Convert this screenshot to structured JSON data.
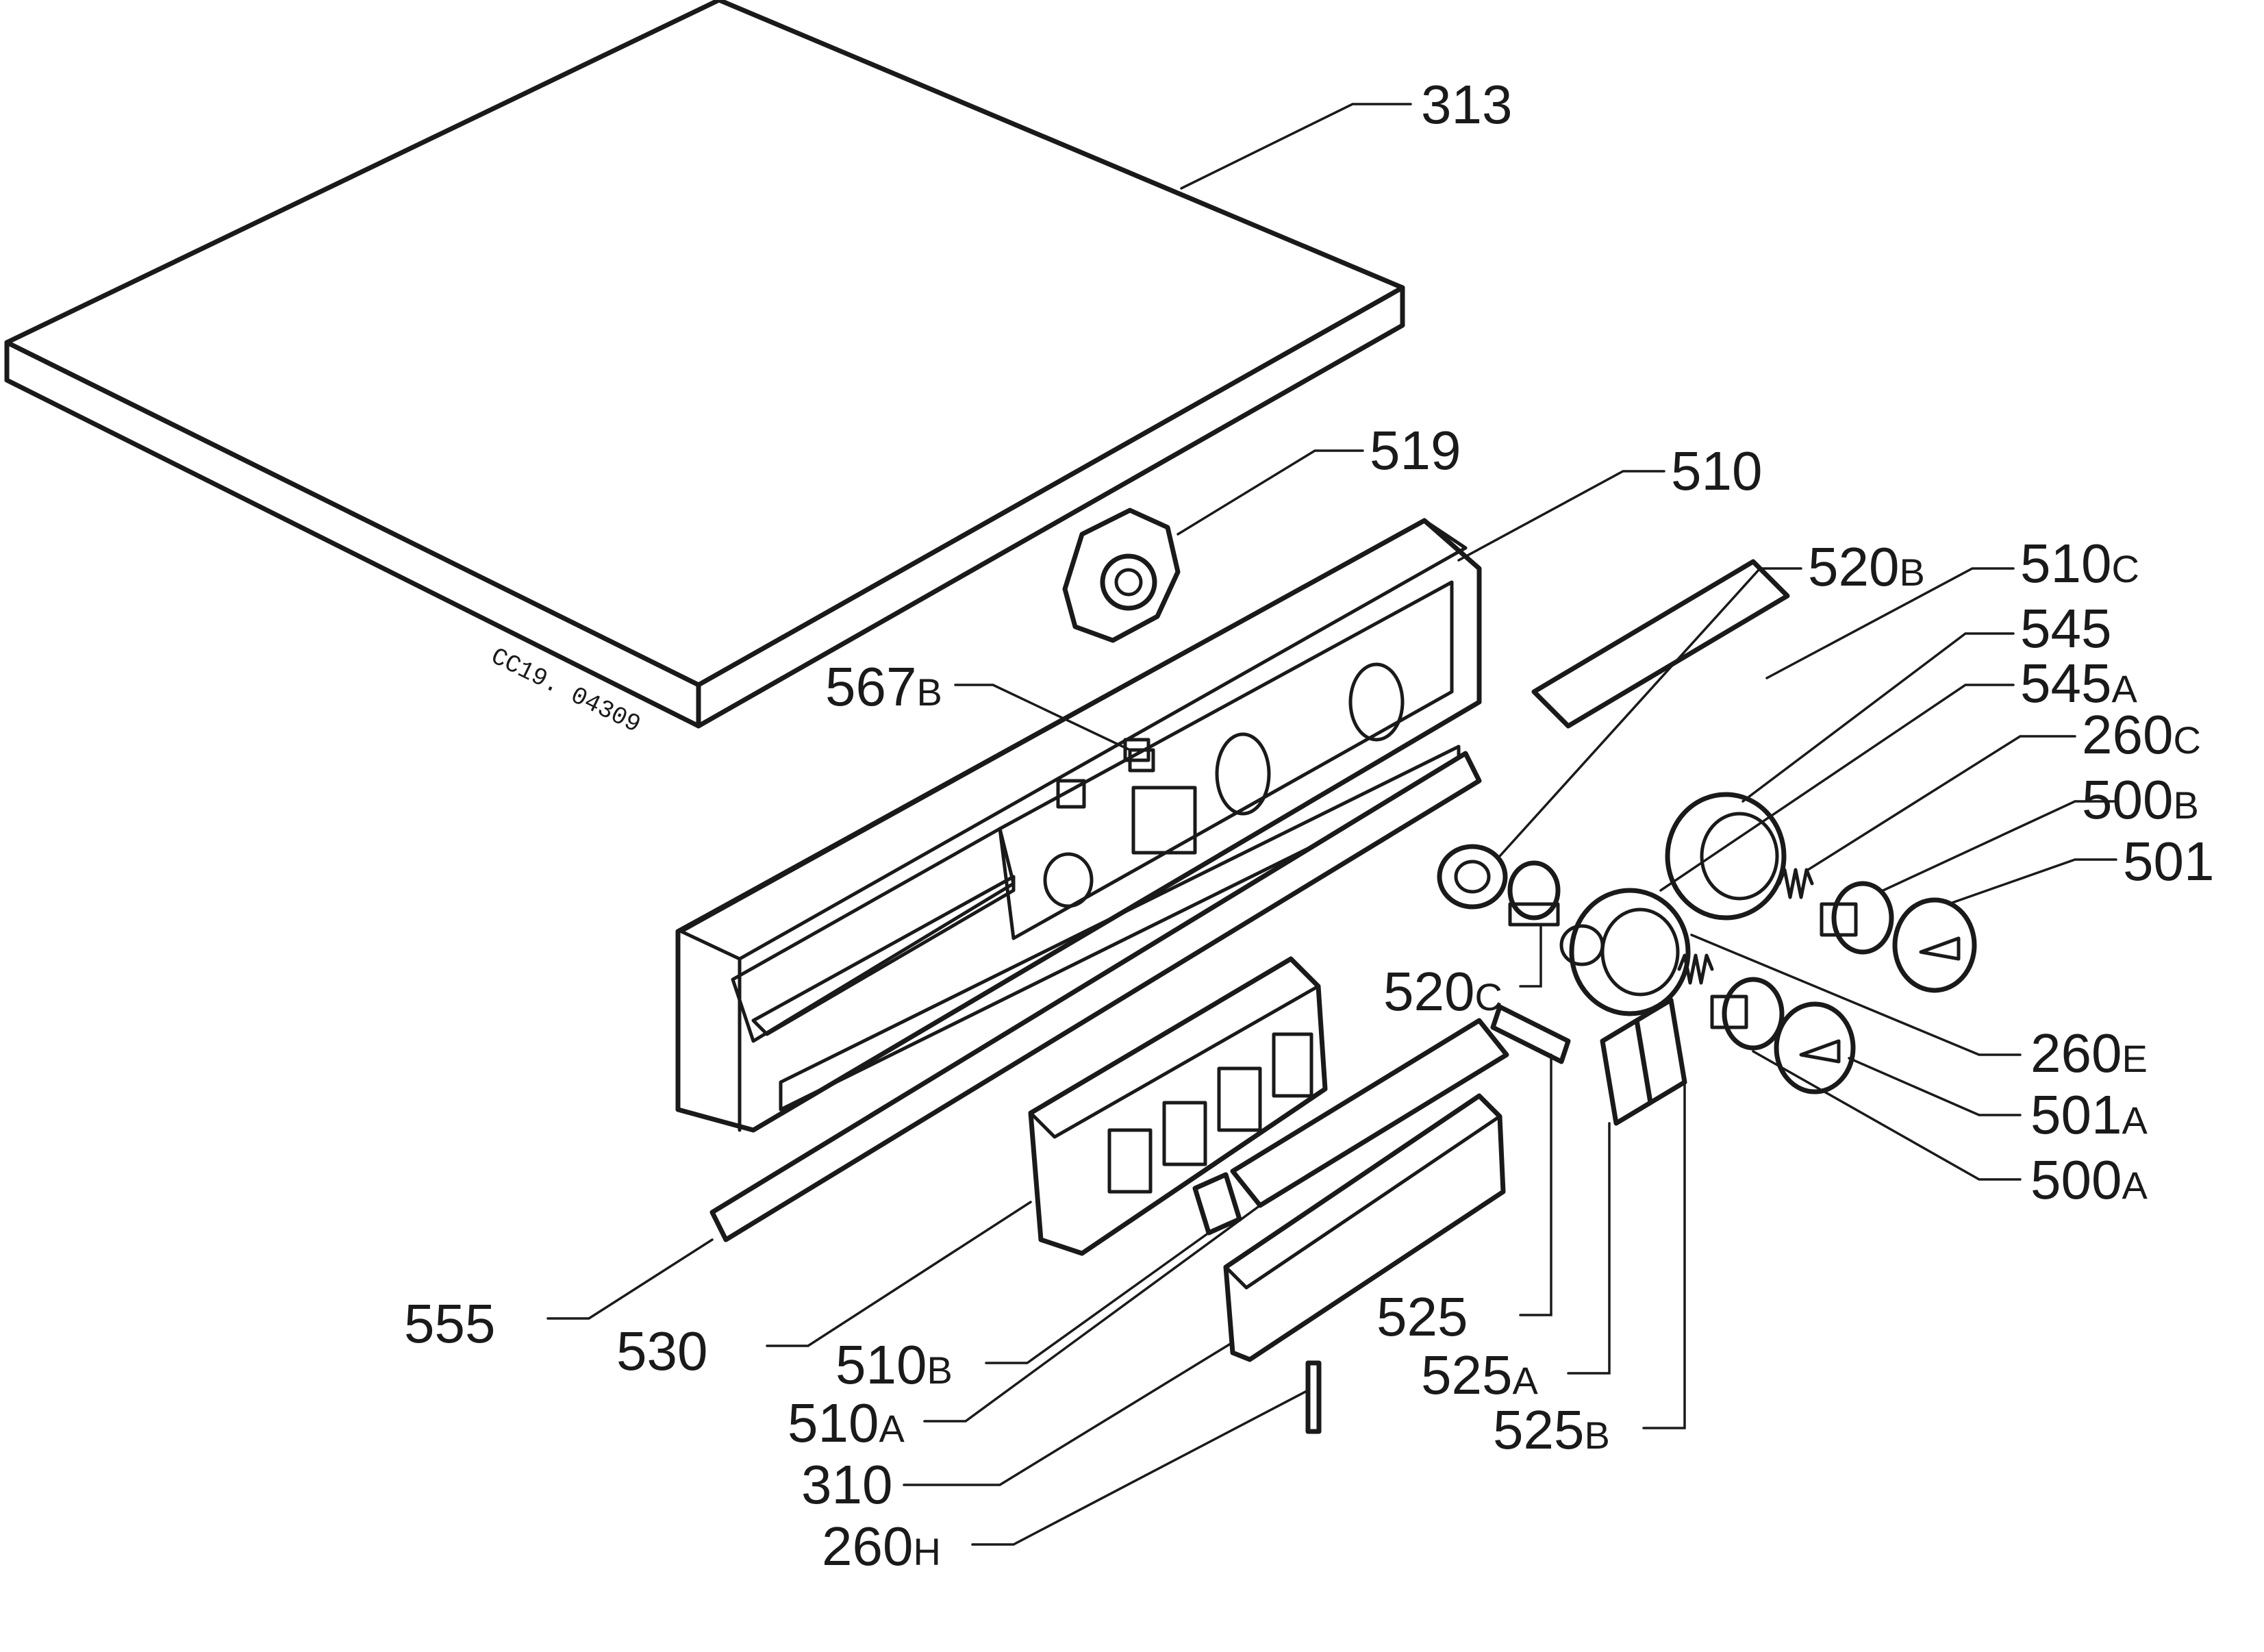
{
  "drawing_code": "CC19. 04309",
  "labels": [
    {
      "id": "313",
      "num": "313",
      "suffix": ""
    },
    {
      "id": "519",
      "num": "519",
      "suffix": ""
    },
    {
      "id": "510",
      "num": "510",
      "suffix": ""
    },
    {
      "id": "520B",
      "num": "520",
      "suffix": "B"
    },
    {
      "id": "510C",
      "num": "510",
      "suffix": "C"
    },
    {
      "id": "545",
      "num": "545",
      "suffix": ""
    },
    {
      "id": "545A",
      "num": "545",
      "suffix": "A"
    },
    {
      "id": "260C",
      "num": "260",
      "suffix": "C"
    },
    {
      "id": "500B",
      "num": "500",
      "suffix": "B"
    },
    {
      "id": "501",
      "num": "501",
      "suffix": ""
    },
    {
      "id": "567B",
      "num": "567",
      "suffix": "B"
    },
    {
      "id": "520C",
      "num": "520",
      "suffix": "C"
    },
    {
      "id": "260E",
      "num": "260",
      "suffix": "E"
    },
    {
      "id": "501A",
      "num": "501",
      "suffix": "A"
    },
    {
      "id": "500A",
      "num": "500",
      "suffix": "A"
    },
    {
      "id": "555",
      "num": "555",
      "suffix": ""
    },
    {
      "id": "530",
      "num": "530",
      "suffix": ""
    },
    {
      "id": "525",
      "num": "525",
      "suffix": ""
    },
    {
      "id": "510B",
      "num": "510",
      "suffix": "B"
    },
    {
      "id": "525A",
      "num": "525",
      "suffix": "A"
    },
    {
      "id": "510A",
      "num": "510",
      "suffix": "A"
    },
    {
      "id": "525B",
      "num": "525",
      "suffix": "B"
    },
    {
      "id": "310",
      "num": "310",
      "suffix": ""
    },
    {
      "id": "260H",
      "num": "260",
      "suffix": "H"
    }
  ]
}
